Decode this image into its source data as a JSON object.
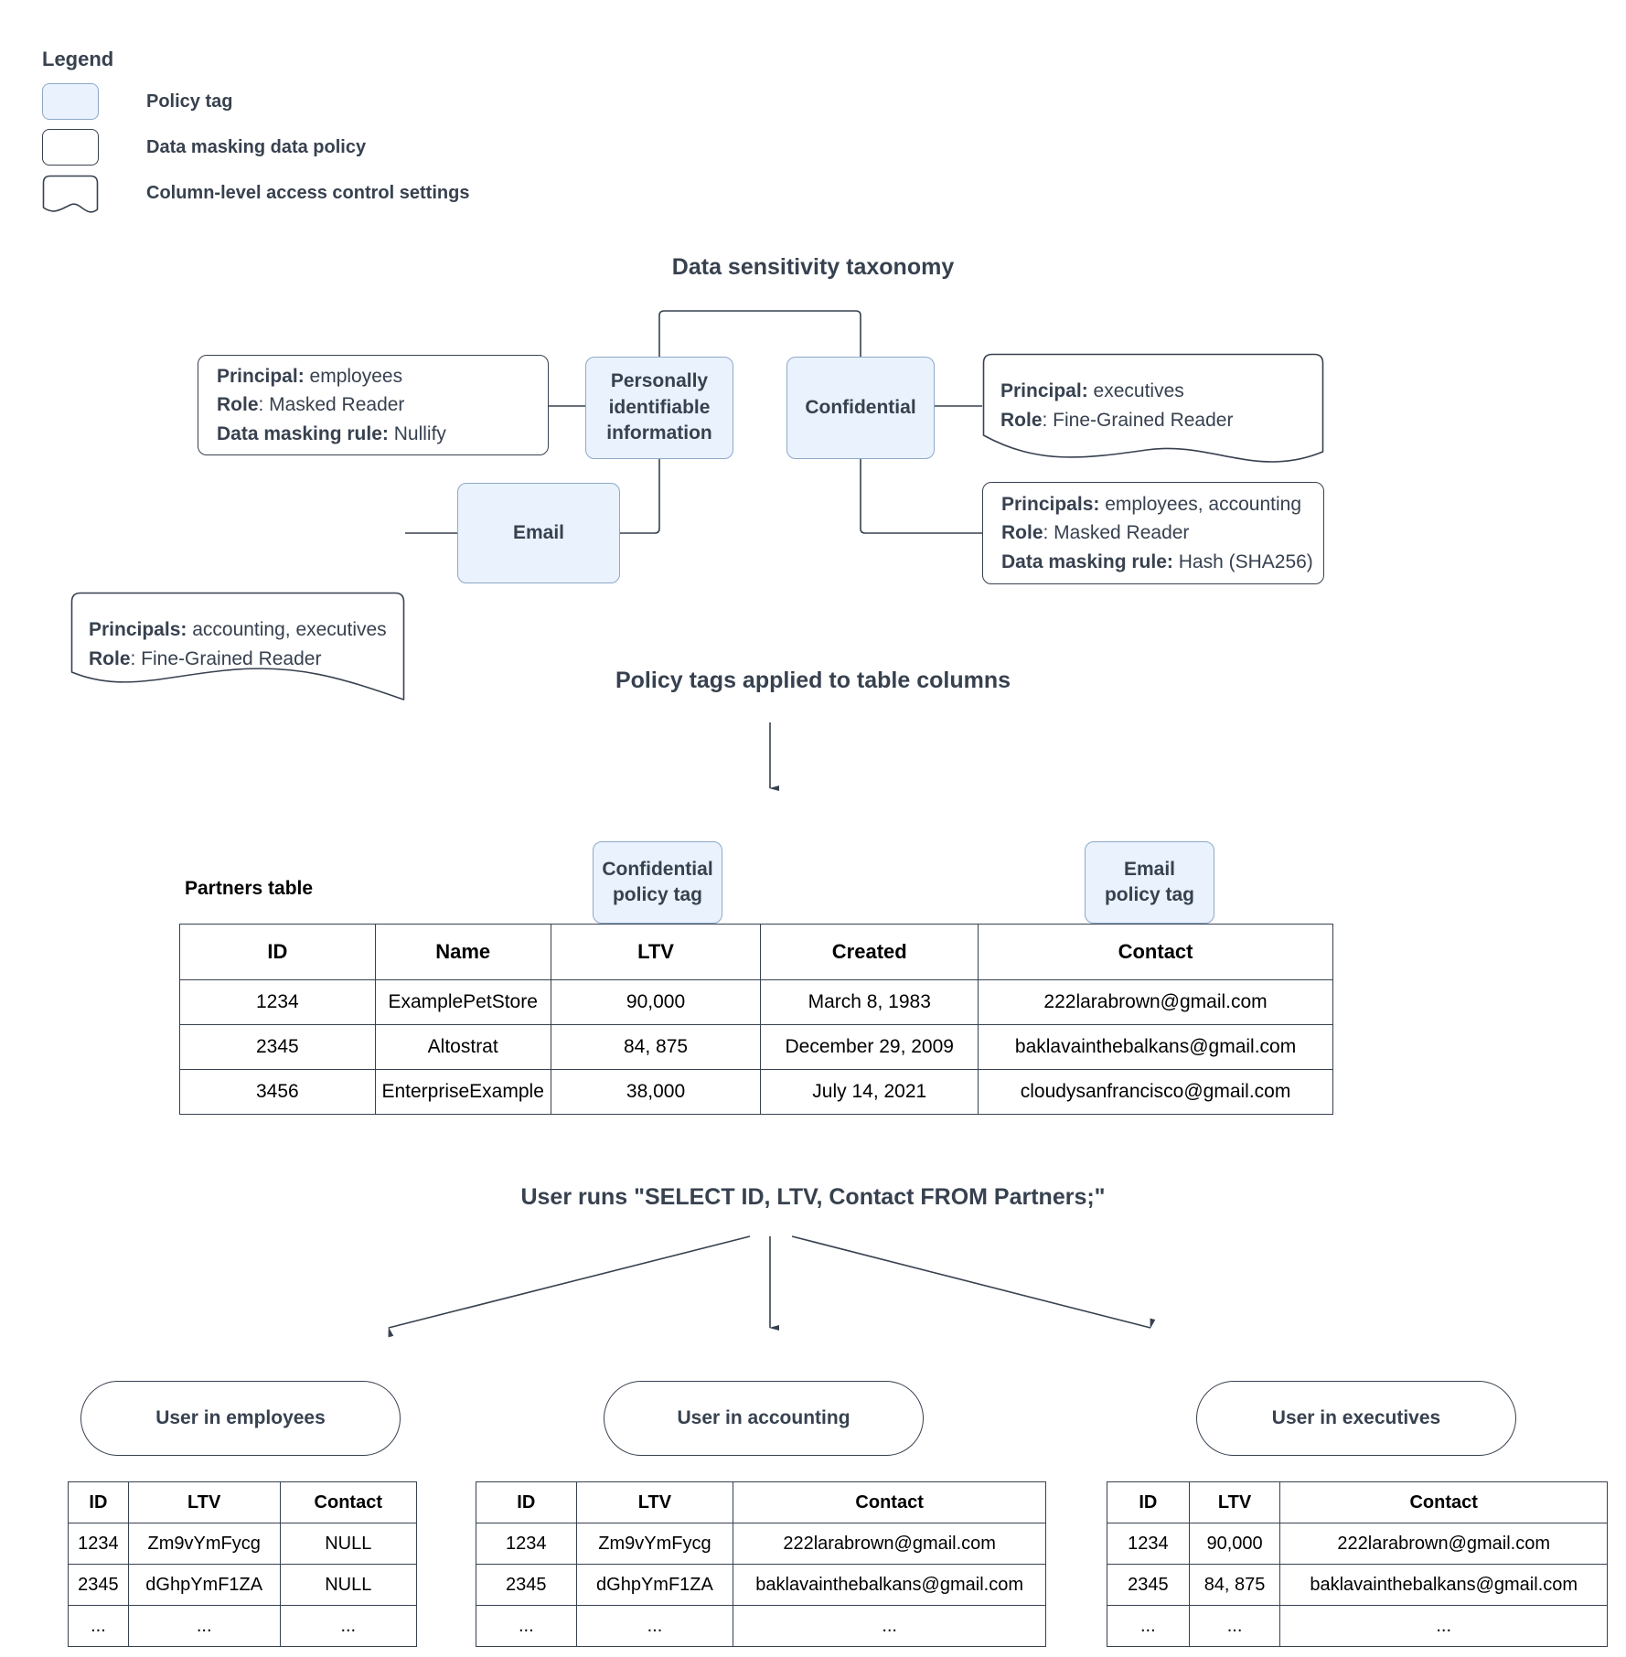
{
  "legend": {
    "title": "Legend",
    "items": [
      {
        "swatch": "policy-tag-swatch",
        "label": "Policy tag"
      },
      {
        "swatch": "data-masking-policy-swatch",
        "label": "Data masking data policy"
      },
      {
        "swatch": "column-level-access-swatch",
        "label": "Column-level access control settings"
      }
    ]
  },
  "taxonomy": {
    "title": "Data sensitivity taxonomy",
    "tags": {
      "pii": "Personally identifiable information",
      "confidential": "Confidential",
      "email": "Email"
    },
    "policies": {
      "pii_masking": {
        "principal_label": "Principal:",
        "principal_value": " employees",
        "role_label": "Role",
        "role_value": ": Masked Reader",
        "rule_label": "Data masking rule:",
        "rule_value": " Nullify"
      },
      "email_access": {
        "principal_label": "Principals:",
        "principal_value": " accounting, executives",
        "role_label": "Role",
        "role_value": ": Fine-Grained Reader"
      },
      "confidential_access": {
        "principal_label": "Principal:",
        "principal_value": " executives",
        "role_label": "Role",
        "role_value": ": Fine-Grained Reader"
      },
      "confidential_masking": {
        "principal_label": "Principals:",
        "principal_value": " employees, accounting",
        "role_label": "Role",
        "role_value": ": Masked Reader",
        "rule_label": "Data masking rule:",
        "rule_value": " Hash (SHA256)"
      }
    }
  },
  "applied": {
    "title": "Policy tags applied to table columns",
    "partners_label": "Partners table",
    "confidential_tag": {
      "line1": "Confidential",
      "line2": "policy tag"
    },
    "email_tag": {
      "line1": "Email",
      "line2": "policy tag"
    },
    "partners_table": {
      "columns": [
        "ID",
        "Name",
        "LTV",
        "Created",
        "Contact"
      ],
      "rows": [
        [
          "1234",
          "ExamplePetStore",
          "90,000",
          "March 8, 1983",
          "222larabrown@gmail.com"
        ],
        [
          "2345",
          "Altostrat",
          "84, 875",
          "December 29, 2009",
          "baklavainthebalkans@gmail.com"
        ],
        [
          "3456",
          "EnterpriseExample",
          "38,000",
          "July 14, 2021",
          "cloudysanfrancisco@gmail.com"
        ]
      ]
    }
  },
  "query": {
    "title": "User runs \"SELECT ID, LTV, Contact FROM Partners;\""
  },
  "results": [
    {
      "actor": "User in employees",
      "columns": [
        "ID",
        "LTV",
        "Contact"
      ],
      "rows": [
        [
          "1234",
          "Zm9vYmFycg",
          "NULL"
        ],
        [
          "2345",
          "dGhpYmF1ZA",
          "NULL"
        ],
        [
          "...",
          "...",
          "..."
        ]
      ]
    },
    {
      "actor": "User in accounting",
      "columns": [
        "ID",
        "LTV",
        "Contact"
      ],
      "rows": [
        [
          "1234",
          "Zm9vYmFycg",
          "222larabrown@gmail.com"
        ],
        [
          "2345",
          "dGhpYmF1ZA",
          "baklavainthebalkans@gmail.com"
        ],
        [
          "...",
          "...",
          "..."
        ]
      ]
    },
    {
      "actor": "User in executives",
      "columns": [
        "ID",
        "LTV",
        "Contact"
      ],
      "rows": [
        [
          "1234",
          "90,000",
          "222larabrown@gmail.com"
        ],
        [
          "2345",
          "84, 875",
          "baklavainthebalkans@gmail.com"
        ],
        [
          "...",
          "...",
          "..."
        ]
      ]
    }
  ],
  "colors": {
    "tag_fill": "#e9f2fd",
    "tag_stroke": "#8ea9c8",
    "line": "#37414f",
    "text": "#37414f"
  }
}
